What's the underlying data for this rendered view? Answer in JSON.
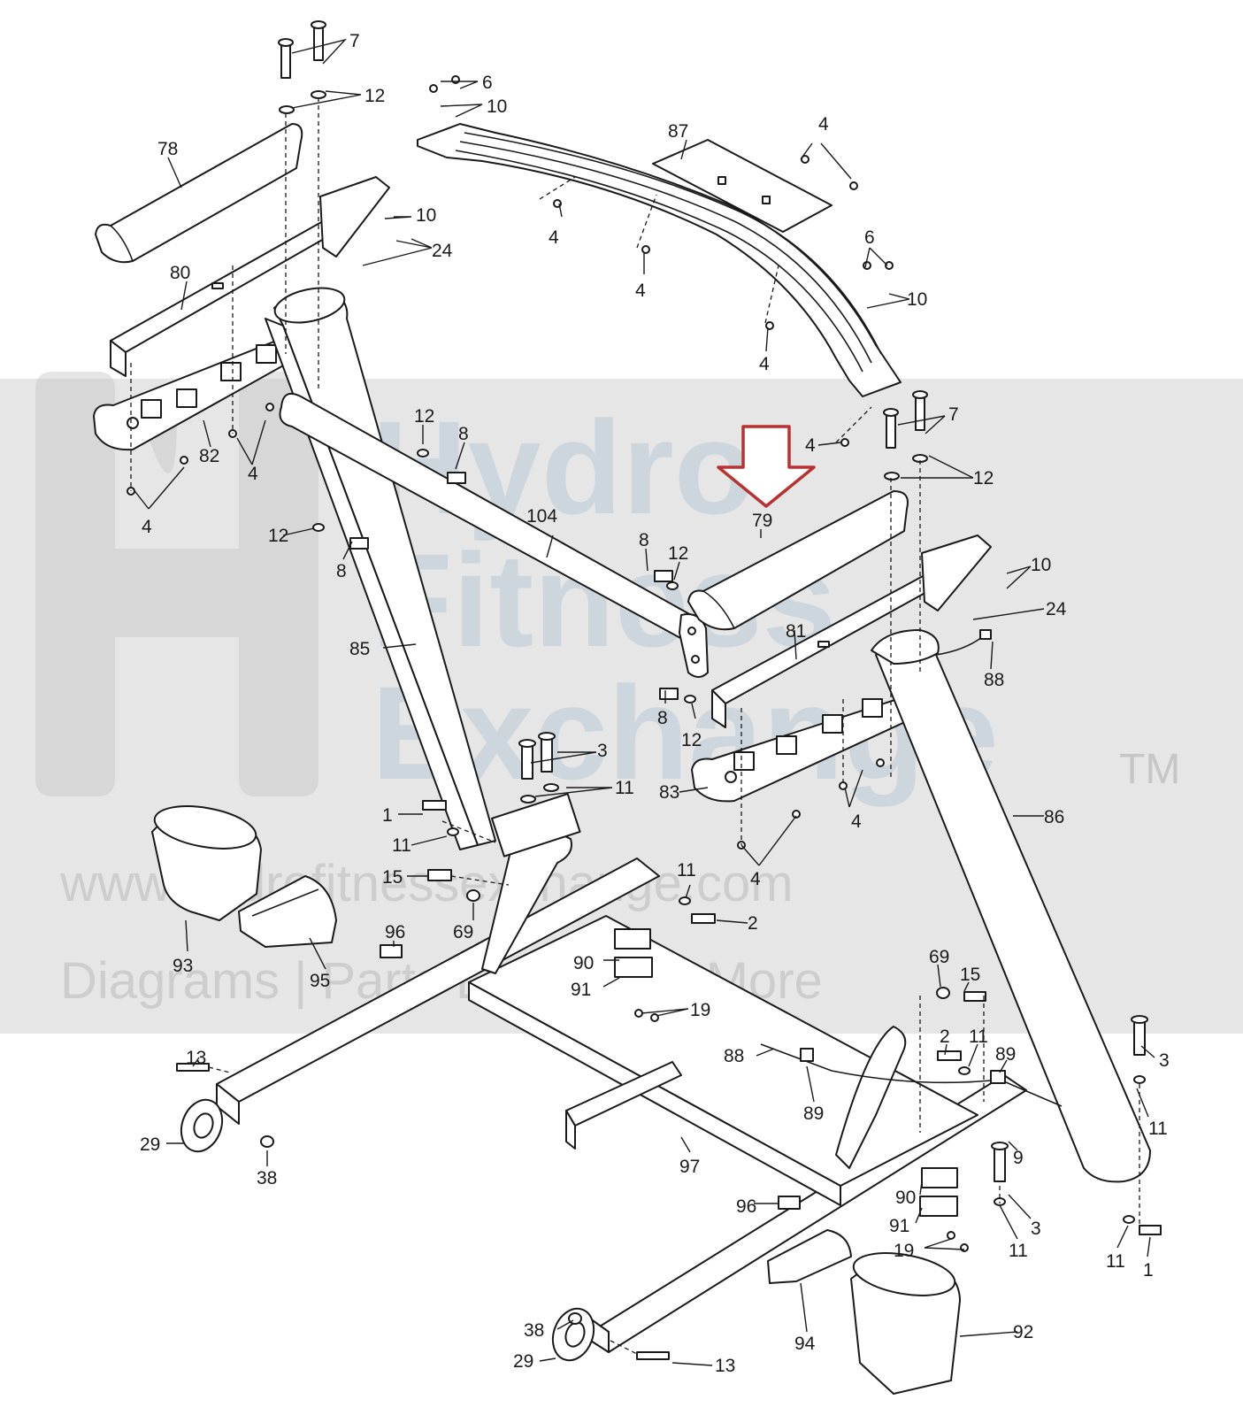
{
  "watermark": {
    "line1": "Hydro",
    "line2": "Fitness",
    "line3": "Exchange",
    "tm": "TM",
    "url": "www.hydrofitnessexchange.com",
    "tagline": "Diagrams | Parts Lists | And More",
    "color": "#b9c9d6"
  },
  "highlight": {
    "part_number": "79",
    "arrow_color": "#b83232",
    "icon": "down-arrow-icon"
  },
  "callouts": {
    "c7a": "7",
    "c12a": "12",
    "c6a": "6",
    "c10a": "10",
    "c87": "87",
    "c4a": "4",
    "c78": "78",
    "c10b": "10",
    "c24a": "24",
    "c4b": "4",
    "c4c": "4",
    "c6b": "6",
    "c10c": "10",
    "c80": "80",
    "c4d": "4",
    "c12b": "12",
    "c8a": "8",
    "c7b": "7",
    "c4e": "4",
    "c12c": "12",
    "c82": "82",
    "c4f": "4",
    "c4g": "4",
    "c79": "79",
    "c104": "104",
    "c12d": "12",
    "c8b": "8",
    "c8c": "8",
    "c12e": "12",
    "c10d": "10",
    "c24b": "24",
    "c81": "81",
    "c88a": "88",
    "c85": "85",
    "c8d": "8",
    "c12f": "12",
    "c3a": "3",
    "c11a": "11",
    "c83": "83",
    "c86": "86",
    "c1a": "1",
    "c11b": "11",
    "c4h": "4",
    "c4i": "4",
    "c15a": "15",
    "c11c": "11",
    "c69a": "69",
    "c2a": "2",
    "c93": "93",
    "c95": "95",
    "c96a": "96",
    "c90a": "90",
    "c91a": "91",
    "c19a": "19",
    "c69b": "69",
    "c15b": "15",
    "c3b": "3",
    "c2b": "2",
    "c11d": "11",
    "c89a": "89",
    "c88b": "88",
    "c89b": "89",
    "c13a": "13",
    "c29a": "29",
    "c38a": "38",
    "c11e": "11",
    "c9": "9",
    "c97": "97",
    "c3c": "3",
    "c96b": "96",
    "c90b": "90",
    "c91b": "91",
    "c19b": "19",
    "c11f": "11",
    "c11g": "11",
    "c1b": "1",
    "c38b": "38",
    "c94": "94",
    "c92": "92",
    "c29b": "29",
    "c13b": "13"
  }
}
